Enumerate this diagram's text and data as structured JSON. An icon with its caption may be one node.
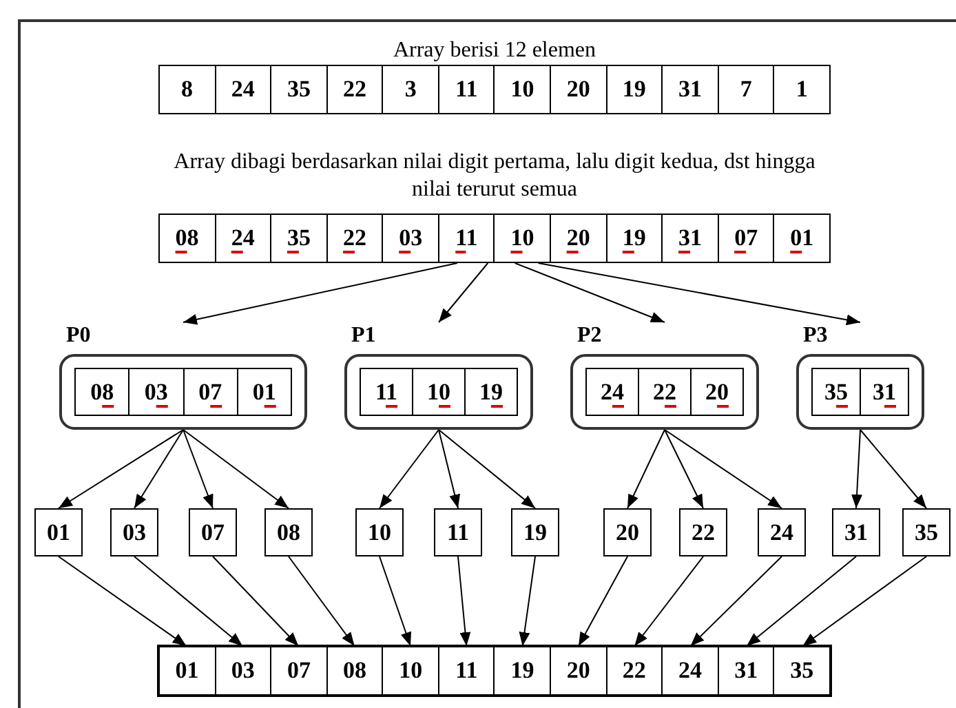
{
  "diagram": {
    "nodes": [
      {
        "text": [
          "Array berisi 12 elemen"
        ]
      },
      {
        "text": [
          "8"
        ],
        "in": 0
      },
      {
        "text": [
          "24"
        ],
        "in": 0
      },
      {
        "text": [
          "35"
        ],
        "in": 0
      },
      {
        "text": [
          "22"
        ],
        "in": 0
      },
      {
        "text": [
          "3"
        ],
        "in": 0
      },
      {
        "text": [
          "11"
        ],
        "in": 0
      },
      {
        "text": [
          "10"
        ],
        "in": 0
      },
      {
        "text": [
          "20"
        ],
        "in": 0
      },
      {
        "text": [
          "19"
        ],
        "in": 0
      },
      {
        "text": [
          "31"
        ],
        "in": 0
      },
      {
        "text": [
          "7"
        ],
        "in": 0
      },
      {
        "text": [
          "1"
        ],
        "in": 0
      },
      {
        "text": [
          "Array dibagi berdasarkan nilai digit pertama, lalu digit kedua, dst hingga nilai terurut semua"
        ]
      },
      {
        "text": [
          "08"
        ],
        "in": 13
      },
      {
        "text": [
          "24"
        ],
        "in": 13
      },
      {
        "text": [
          "35"
        ],
        "in": 13
      },
      {
        "text": [
          "22"
        ],
        "in": 13
      },
      {
        "text": [
          "03"
        ],
        "in": 13
      },
      {
        "text": [
          "11"
        ],
        "in": 13
      },
      {
        "text": [
          "10"
        ],
        "in": 13
      },
      {
        "text": [
          "20"
        ],
        "in": 13
      },
      {
        "text": [
          "19"
        ],
        "in": 13
      },
      {
        "text": [
          "31"
        ],
        "in": 13
      },
      {
        "text": [
          "07"
        ],
        "in": 13
      },
      {
        "text": [
          "01"
        ],
        "in": 13
      },
      {
        "text": [
          "P0"
        ]
      },
      {
        "text": [
          "08"
        ],
        "in": 26
      },
      {
        "text": [
          "03"
        ],
        "in": 26
      },
      {
        "text": [
          "07"
        ],
        "in": 26
      },
      {
        "text": [
          "01"
        ],
        "in": 26
      },
      {
        "text": [
          "P1"
        ]
      },
      {
        "text": [
          "11"
        ],
        "in": 31
      },
      {
        "text": [
          "10"
        ],
        "in": 31
      },
      {
        "text": [
          "19"
        ],
        "in": 31
      },
      {
        "text": [
          "P2"
        ]
      },
      {
        "text": [
          "24"
        ],
        "in": 35
      },
      {
        "text": [
          "22"
        ],
        "in": 35
      },
      {
        "text": [
          "20"
        ],
        "in": 35
      },
      {
        "text": [
          "P3"
        ]
      },
      {
        "text": [
          "35"
        ],
        "in": 39
      },
      {
        "text": [
          "31"
        ],
        "in": 39
      },
      {
        "text": [
          "01"
        ]
      },
      {
        "text": [
          "03"
        ]
      },
      {
        "text": [
          "07"
        ]
      },
      {
        "text": [
          "08"
        ]
      },
      {
        "text": [
          "10"
        ]
      },
      {
        "text": [
          "11"
        ]
      },
      {
        "text": [
          "19"
        ]
      },
      {
        "text": [
          "20"
        ]
      },
      {
        "text": [
          "22"
        ]
      },
      {
        "text": [
          "24"
        ]
      },
      {
        "text": [
          "31"
        ]
      },
      {
        "text": [
          "35"
        ]
      },
      {
        "text": [],
        "shape": "box"
      },
      {
        "text": [
          "01"
        ],
        "in": 54
      },
      {
        "text": [
          "03"
        ],
        "in": 54
      },
      {
        "text": [
          "07"
        ],
        "in": 54
      },
      {
        "text": [
          "08"
        ],
        "in": 54
      },
      {
        "text": [
          "10"
        ],
        "in": 54
      },
      {
        "text": [
          "11"
        ],
        "in": 54
      },
      {
        "text": [
          "19"
        ],
        "in": 54
      },
      {
        "text": [
          "20"
        ],
        "in": 54
      },
      {
        "text": [
          "22"
        ],
        "in": 54
      },
      {
        "text": [
          "24"
        ],
        "in": 54
      },
      {
        "text": [
          "31"
        ],
        "in": 54
      },
      {
        "text": [
          "35"
        ],
        "in": 54
      }
    ],
    "edges": [
      {
        "from": 13,
        "to": 26,
        "arrow": "to"
      },
      {
        "from": 13,
        "to": 31,
        "arrow": "to"
      },
      {
        "from": 13,
        "to": 35,
        "arrow": "to"
      },
      {
        "from": 13,
        "to": 39,
        "arrow": "to"
      },
      {
        "from": 26,
        "to": 42,
        "arrow": "to"
      },
      {
        "from": 26,
        "to": 43,
        "arrow": "to"
      },
      {
        "from": 26,
        "to": 44,
        "arrow": "to"
      },
      {
        "from": 26,
        "to": 45,
        "arrow": "to"
      },
      {
        "from": 31,
        "to": 46,
        "arrow": "to"
      },
      {
        "from": 31,
        "to": 47,
        "arrow": "to"
      },
      {
        "from": 31,
        "to": 48,
        "arrow": "to"
      },
      {
        "from": 35,
        "to": 49,
        "arrow": "to"
      },
      {
        "from": 35,
        "to": 50,
        "arrow": "to"
      },
      {
        "from": 35,
        "to": 51,
        "arrow": "to"
      },
      {
        "from": 39,
        "to": 52,
        "arrow": "to"
      },
      {
        "from": 39,
        "to": 53,
        "arrow": "to"
      },
      {
        "from": 42,
        "to": 55,
        "arrow": "to"
      },
      {
        "from": 43,
        "to": 56,
        "arrow": "to"
      },
      {
        "from": 44,
        "to": 57,
        "arrow": "to"
      },
      {
        "from": 45,
        "to": 58,
        "arrow": "to"
      },
      {
        "from": 46,
        "to": 59,
        "arrow": "to"
      },
      {
        "from": 47,
        "to": 60,
        "arrow": "to"
      },
      {
        "from": 48,
        "to": 61,
        "arrow": "to"
      },
      {
        "from": 49,
        "to": 62,
        "arrow": "to"
      },
      {
        "from": 50,
        "to": 63,
        "arrow": "to"
      },
      {
        "from": 51,
        "to": 64,
        "arrow": "to"
      },
      {
        "from": 52,
        "to": 65,
        "arrow": "to"
      },
      {
        "from": 53,
        "to": 66,
        "arrow": "to"
      }
    ]
  }
}
